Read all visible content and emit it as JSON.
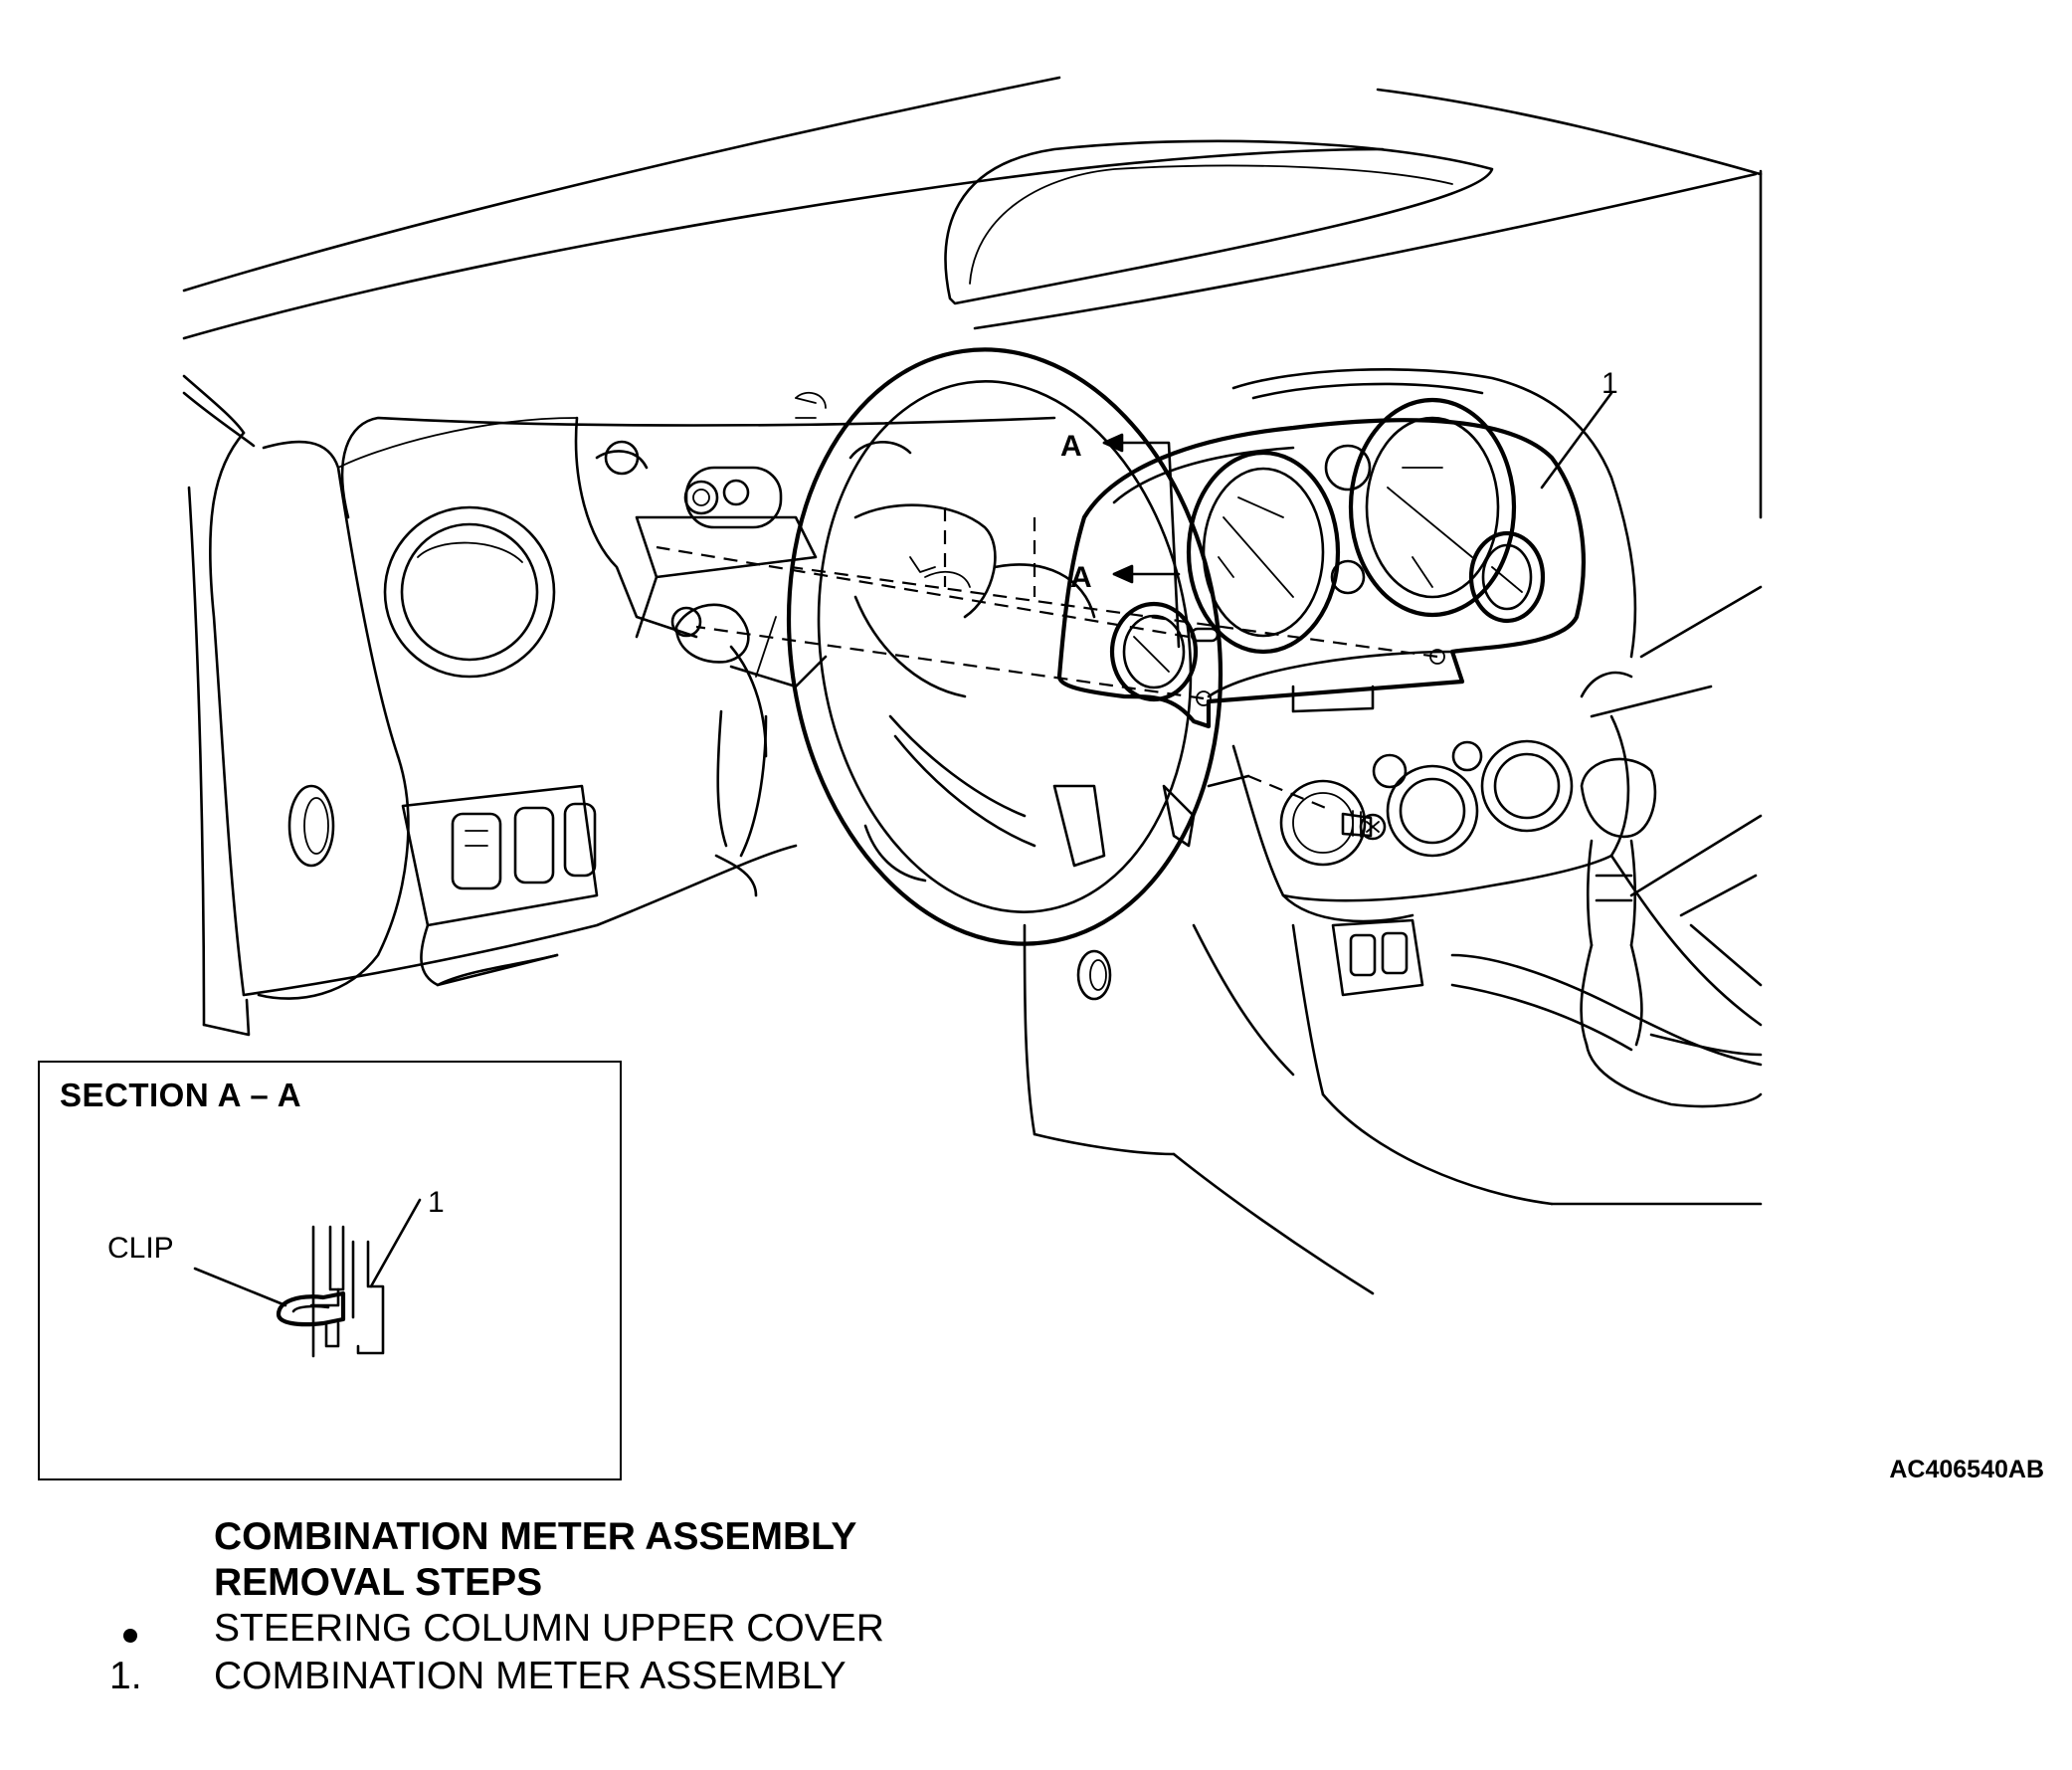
{
  "diagram": {
    "callouts": {
      "meter_number": "1",
      "section_arrow_upper": "A",
      "section_arrow_lower": "A"
    },
    "inset": {
      "title": "SECTION A – A",
      "clip_label": "CLIP",
      "part_number": "1"
    },
    "figure_id": "AC406540AB"
  },
  "removal": {
    "title_line1": "COMBINATION METER ASSEMBLY",
    "title_line2": "REMOVAL STEPS",
    "steps": [
      {
        "marker": "",
        "text": "STEERING COLUMN UPPER COVER"
      },
      {
        "marker": "1.",
        "text": "COMBINATION METER ASSEMBLY"
      }
    ]
  }
}
